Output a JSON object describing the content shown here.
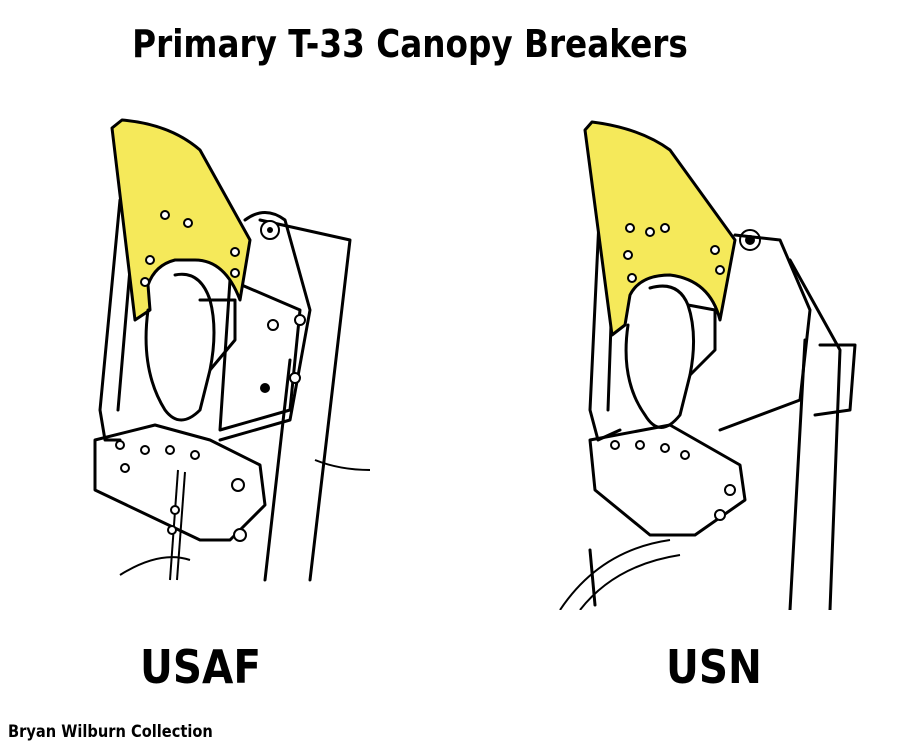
{
  "title": "Primary T-33 Canopy Breakers",
  "figures": [
    {
      "label": "USAF",
      "highlight_color": "#f5e95a"
    },
    {
      "label": "USN",
      "highlight_color": "#f5e95a"
    }
  ],
  "credit": "Bryan Wilburn Collection"
}
